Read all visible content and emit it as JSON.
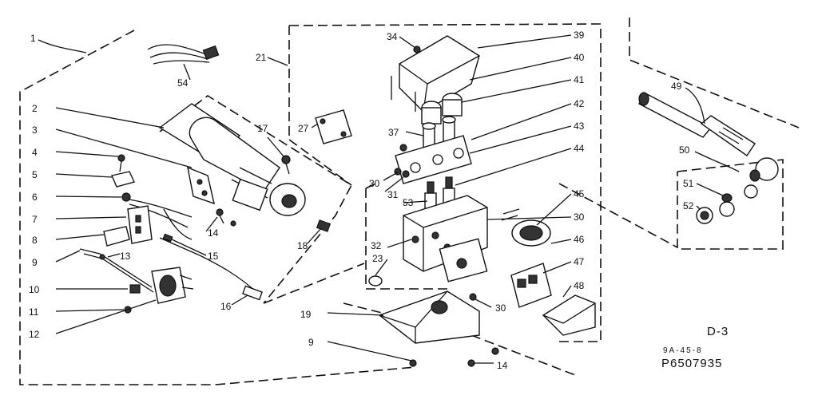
{
  "labels": {
    "l1": "1",
    "l2": "2",
    "l3": "3",
    "l4": "4",
    "l5": "5",
    "l6": "6",
    "l7": "7",
    "l8": "8",
    "l9": "9",
    "l10": "10",
    "l11": "11",
    "l12": "12",
    "l13": "13",
    "l14a": "14",
    "l14b": "14",
    "l15": "15",
    "l16": "16",
    "l17": "17",
    "l18": "18",
    "l19": "19",
    "l9b": "9",
    "l21": "21",
    "l23": "23",
    "l27": "27",
    "l30a": "30",
    "l30b": "30",
    "l30c": "30",
    "l31": "31",
    "l32": "32",
    "l34": "34",
    "l37": "37",
    "l39": "39",
    "l40": "40",
    "l41": "41",
    "l42": "42",
    "l43": "43",
    "l44": "44",
    "l45": "45",
    "l46": "46",
    "l47": "47",
    "l48": "48",
    "l49": "49",
    "l50": "50",
    "l51": "51",
    "l52": "52",
    "l53": "53",
    "l54": "54"
  },
  "footer": {
    "figure_id": "D-3",
    "code": "9A-45-8",
    "part_number": "P6507935"
  }
}
